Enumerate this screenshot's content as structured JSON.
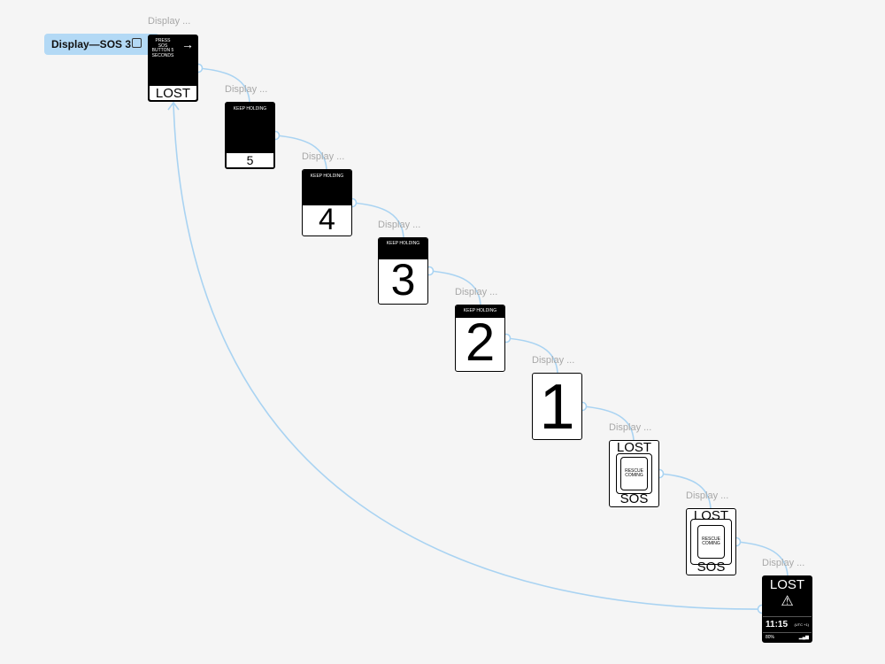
{
  "flow_tag": {
    "label": "Display—SOS 3",
    "icon": "play-frame-icon"
  },
  "frame_label": "Display ...",
  "frames": [
    {
      "top": "PRESS SOS BUTTON 5 SECONDS",
      "bottom": "LOST"
    },
    {
      "top": "KEEP HOLDING",
      "bottom": "5"
    },
    {
      "top": "KEEP HOLDING",
      "bottom": "4"
    },
    {
      "top": "KEEP HOLDING",
      "bottom": "3"
    },
    {
      "top": "KEEP HOLDING",
      "bottom": "2"
    },
    {
      "bottom": "1"
    },
    {
      "top": "LOST",
      "middle": "RESCUE COMING",
      "bottom": "SOS"
    },
    {
      "top": "LOST",
      "middle": "RESCUE COMING",
      "bottom": "SOS"
    },
    {
      "top": "LOST",
      "time": "11:15",
      "tz": "(UTC +1)",
      "battery": "80%"
    }
  ],
  "colors": {
    "wire": "#a9d3f2",
    "tag": "#b3d9f5"
  }
}
